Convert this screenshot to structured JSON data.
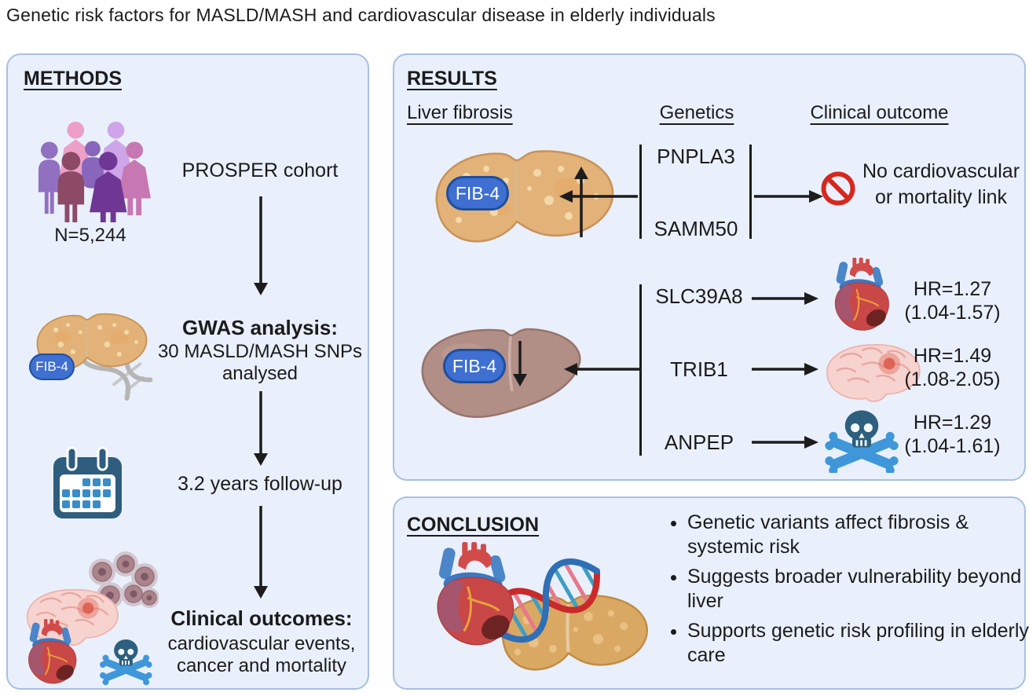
{
  "title": "Genetic risk factors for MASLD/MASH and cardiovascular disease in elderly individuals",
  "labels": {
    "fib4": "FIB-4"
  },
  "colors": {
    "panel_bg": "#e9f0fb",
    "panel_border": "#a9bfe2",
    "text": "#1b1b1b",
    "fib4_fill": "#3e6fd1",
    "fib4_border": "#1d4fa0",
    "arrow_black": "#1c1c1c",
    "prohibition_red": "#d6281e",
    "skull_blue": "#2d5f7e",
    "crossbones_blue": "#3f97d9",
    "fatty_liver_tan": "#e2b279",
    "healthy_liver_mauve": "#b18e86"
  },
  "icons": {
    "cohort": "people-group-icon",
    "fatty_liver": "fatty-liver-icon",
    "healthy_liver": "healthy-liver-icon",
    "dna": "dna-helix-icon",
    "calendar": "calendar-icon",
    "brain": "brain-icon",
    "tumor": "cancer-cells-icon",
    "heart": "anatomical-heart-icon",
    "skull": "skull-crossbones-icon",
    "prohibition": "no-symbol-icon"
  },
  "methods": {
    "heading": "METHODS",
    "cohort_label": "N=5,244",
    "step1": "PROSPER cohort",
    "step2_title": "GWAS analysis:",
    "step2_line1": "30 MASLD/MASH SNPs",
    "step2_line2": "analysed",
    "step3": "3.2 years follow-up",
    "step4_title": "Clinical outcomes:",
    "step4_line1": "cardiovascular events,",
    "step4_line2": "cancer and mortality"
  },
  "results": {
    "heading": "RESULTS",
    "columns": [
      "Liver fibrosis",
      "Genetics",
      "Clinical outcome"
    ],
    "row1": {
      "genes": [
        "PNPLA3",
        "SAMM50"
      ],
      "outcome_line1": "No cardiovascular",
      "outcome_line2": "or mortality link"
    },
    "row2": {
      "associations": [
        {
          "gene": "SLC39A8",
          "icon": "heart-icon",
          "hr": "HR=1.27",
          "ci": "(1.04-1.57)"
        },
        {
          "gene": "TRIB1",
          "icon": "brain-icon",
          "hr": "HR=1.49",
          "ci": "(1.08-2.05)"
        },
        {
          "gene": "ANPEP",
          "icon": "skull-crossbones-icon",
          "hr": "HR=1.29",
          "ci": "(1.04-1.61)"
        }
      ]
    }
  },
  "conclusion": {
    "heading": "CONCLUSION",
    "bullets": [
      "Genetic variants affect fibrosis & systemic risk",
      "Suggests broader vulnerability beyond liver",
      "Supports genetic risk profiling in elderly care"
    ]
  }
}
